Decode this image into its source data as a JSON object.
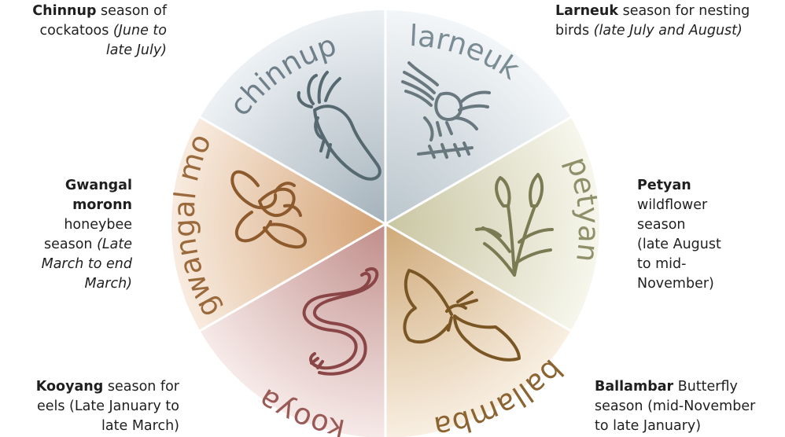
{
  "diagram": {
    "segments": [
      {
        "id": "chinnup",
        "label": "chinnup",
        "color": "#5a6b72",
        "icon": "cockatoo-icon"
      },
      {
        "id": "larneuk",
        "label": "larneuk",
        "color": "#6a7a80",
        "icon": "nesting-bird-icon"
      },
      {
        "id": "petyan",
        "label": "petyan",
        "color": "#7f8060",
        "icon": "wildflower-icon"
      },
      {
        "id": "ballambar",
        "label": "ballambar",
        "color": "#7a5a2a",
        "icon": "butterfly-icon"
      },
      {
        "id": "kooyang",
        "label": "kooyang",
        "color": "#8a4a4a",
        "icon": "eel-icon"
      },
      {
        "id": "gwangal",
        "label": "gwangal moronn",
        "color": "#8a5a30",
        "icon": "honeybee-icon"
      }
    ]
  },
  "captions": {
    "chinnup": {
      "name": "Chinnup",
      "line1_rest": " season of",
      "line2_plain": "cockatoos ",
      "line2_italic": "(June to",
      "line3_italic": "late July)"
    },
    "larneuk": {
      "name": "Larneuk",
      "line1_rest": " season for nesting",
      "line2_plain": "birds ",
      "line2_italic": "(late July and August)"
    },
    "petyan": {
      "name": "Petyan",
      "lines": [
        "wildflower",
        "season",
        "(late August",
        "to mid-",
        "November)"
      ]
    },
    "ballambar": {
      "name": "Ballambar",
      "line1_rest": " Butterfly",
      "line2": "season (mid-November",
      "line3": "to late January)"
    },
    "kooyang": {
      "name": "Kooyang",
      "line1_rest": " season for",
      "line2": "eels (Late January to",
      "line3": "late March)"
    },
    "gwangal": {
      "name_line1": "Gwangal",
      "name_line2": "moronn",
      "line3": "honeybee",
      "line4_plain": "season ",
      "line4_italic": "(Late",
      "line5_italic": "March to end",
      "line6_italic": "March)"
    }
  }
}
